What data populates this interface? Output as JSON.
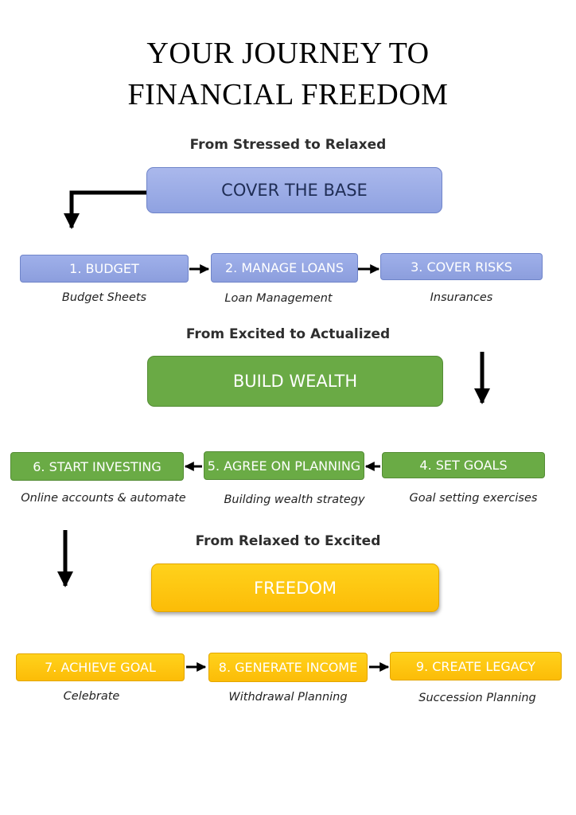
{
  "title": {
    "line1": "YOUR JOURNEY TO",
    "line2": "FINANCIAL FREEDOM"
  },
  "sections": [
    {
      "stage": "From Stressed to Relaxed",
      "phase": "COVER THE BASE",
      "steps": [
        {
          "label": "1. BUDGET",
          "caption": "Budget Sheets"
        },
        {
          "label": "2. MANAGE LOANS",
          "caption": "Loan Management"
        },
        {
          "label": "3. COVER RISKS",
          "caption": "Insurances"
        }
      ]
    },
    {
      "stage": "From Excited to Actualized",
      "phase": "BUILD WEALTH",
      "steps": [
        {
          "label": "4. SET GOALS",
          "caption": "Goal setting exercises"
        },
        {
          "label": "5. AGREE ON PLANNING",
          "caption": "Building wealth strategy"
        },
        {
          "label": "6. START INVESTING",
          "caption": "Online accounts & automate"
        }
      ]
    },
    {
      "stage": "From Relaxed to Excited",
      "phase": "FREEDOM",
      "steps": [
        {
          "label": "7. ACHIEVE GOAL",
          "caption": "Celebrate"
        },
        {
          "label": "8. GENERATE INCOME",
          "caption": "Withdrawal Planning"
        },
        {
          "label": "9. CREATE LEGACY",
          "caption": "Succession Planning"
        }
      ]
    }
  ]
}
